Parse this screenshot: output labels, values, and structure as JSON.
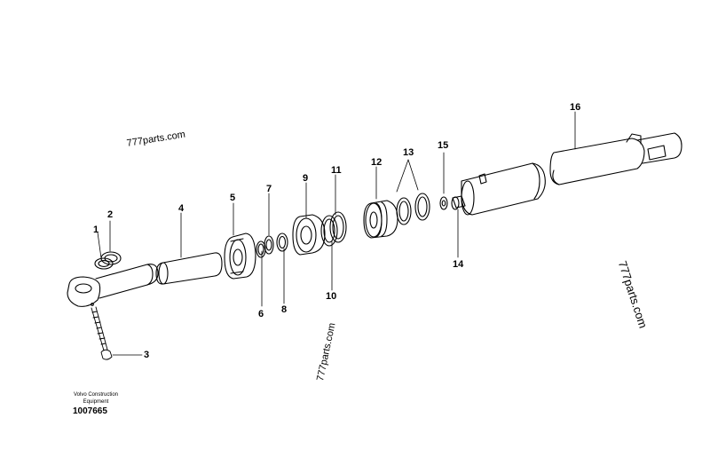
{
  "diagram": {
    "callouts": {
      "p1": "1",
      "p2": "2",
      "p3": "3",
      "p4": "4",
      "p5": "5",
      "p6": "6",
      "p7": "7",
      "p8": "8",
      "p9": "9",
      "p10": "10",
      "p11": "11",
      "p12": "12",
      "p13": "13",
      "p14": "14",
      "p15": "15",
      "p16": "16"
    },
    "watermarks": {
      "w1": "777parts.com",
      "w2": "777parts.com",
      "w3": "777parts.com"
    },
    "manufacturer": {
      "line1": "Volvo Construction",
      "line2": "Equipment"
    },
    "document_number": "1007665"
  }
}
